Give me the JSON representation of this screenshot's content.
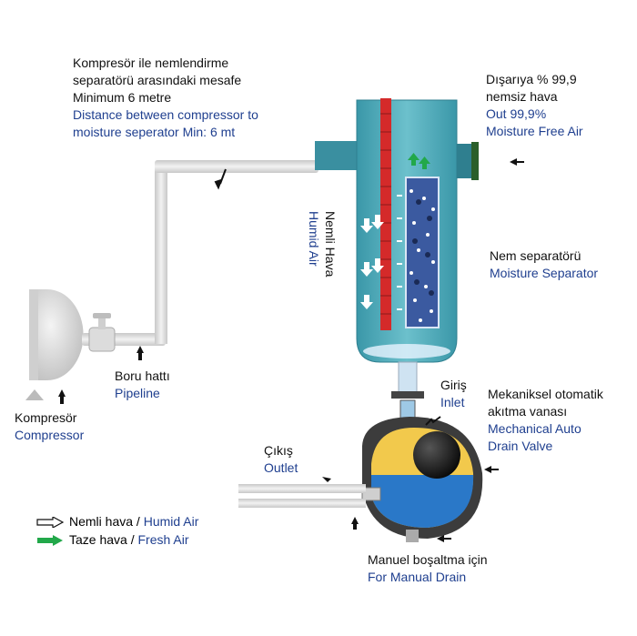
{
  "labels": {
    "distance": {
      "tr_lines": [
        "Kompresör  ile  nemlendirme",
        "separatörü arasındaki mesafe",
        "Minimum 6 metre"
      ],
      "en_lines": [
        "Distance between compressor to",
        "moisture seperator Min: 6 mt"
      ]
    },
    "out_air": {
      "tr_lines": [
        "Dışarıya % 99,9",
        "nemsiz hava"
      ],
      "en_lines": [
        "Out 99,9%",
        "Moisture Free Air"
      ]
    },
    "humid_air": {
      "tr": "Nemli Hava",
      "en": "Humid Air"
    },
    "separator": {
      "tr": "Nem separatörü",
      "en": "Moisture Separator"
    },
    "pipeline": {
      "tr": "Boru hattı",
      "en": "Pipeline"
    },
    "compressor": {
      "tr": "Kompresör",
      "en": "Compressor"
    },
    "inlet": {
      "tr": "Giriş",
      "en": "Inlet"
    },
    "drain_valve": {
      "tr_lines": [
        "Mekaniksel otomatik",
        "akıtma vanası"
      ],
      "en_lines": [
        "Mechanical Auto",
        "Drain Valve"
      ]
    },
    "outlet": {
      "tr": "Çıkış",
      "en": "Outlet"
    },
    "manual_drain": {
      "tr": "Manuel boşaltma için",
      "en": "For Manual Drain"
    }
  },
  "legend": [
    {
      "tr": "Nemli hava",
      "sep": " / ",
      "en": "Humid Air",
      "icon": "hollow-arrow-icon",
      "color": "#ffffff"
    },
    {
      "tr": "Taze hava",
      "sep": " / ",
      "en": "Fresh Air",
      "icon": "green-arrow-icon",
      "color": "#22a84a"
    }
  ],
  "colors": {
    "tank": "#4aa6b4",
    "tank_dark": "#2f7f8f",
    "red_strip": "#d42a2a",
    "pipe": "#d9d9d9",
    "water": "#2a78c8",
    "float": "#f2c94c",
    "text_en": "#1f3f8f"
  }
}
